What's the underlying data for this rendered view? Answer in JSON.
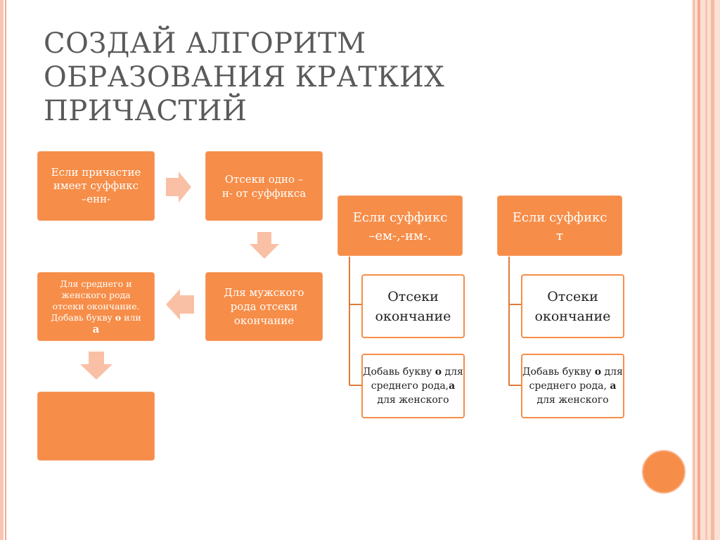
{
  "title": [
    "СОЗДАЙ АЛГОРИТМ",
    "ОБРАЗОВАНИЯ КРАТКИХ",
    "ПРИЧАСТИЙ"
  ],
  "steps": {
    "step1": [
      "Если причастие",
      "имеет суффикс",
      "–енн-"
    ],
    "step2": [
      "Отсеки одно –",
      "н- от суффикса"
    ],
    "step3": [
      "Для мужского",
      "рода отсеки",
      "окончание"
    ],
    "step4": {
      "lines": [
        "Для среднего и",
        "женского рода",
        "отсеки окончание."
      ],
      "pre": "Добавь букву ",
      "letter_o": "о",
      "mid": " или ",
      "letter_a": "а"
    },
    "step5": ""
  },
  "branch_em_im": {
    "header": [
      "Если суффикс",
      "–ем-,-им-."
    ],
    "cut": [
      "Отсеки",
      "окончание"
    ],
    "add": {
      "line1": "Добавь букву",
      "letter_o": "о",
      "line2_rest": " для среднего",
      "line3_pre": "рода,",
      "letter_a": "а",
      "line3_rest": " для",
      "line4": "женского"
    }
  },
  "branch_t": {
    "header": [
      "Если суффикс",
      "т"
    ],
    "cut": [
      "Отсеки",
      "окончание"
    ],
    "add": {
      "line1": "Добавь букву",
      "letter_o": "о",
      "line2_rest": " для среднего",
      "line3_pre": "рода, ",
      "letter_a": "а",
      "line3_rest": " для",
      "line4": "женского"
    }
  },
  "colors": {
    "accent": "#f68d48",
    "arrow": "#f9c0a6",
    "connector": "#e07a3a",
    "title": "#5a5a5a"
  }
}
